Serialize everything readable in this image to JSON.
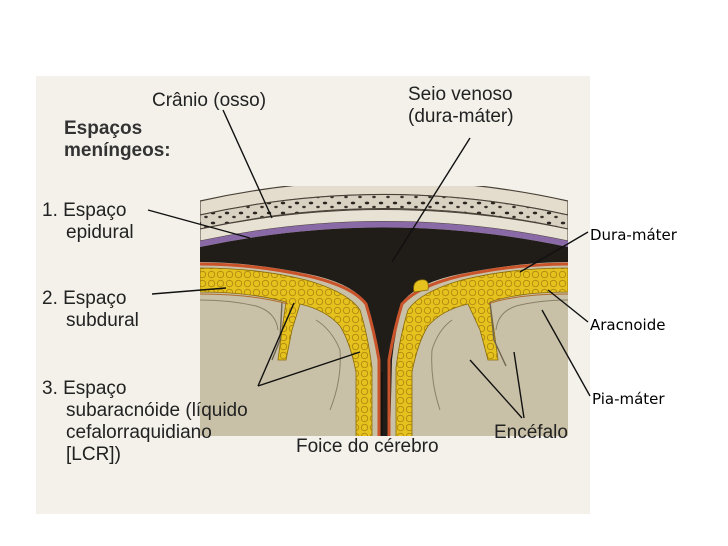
{
  "header": {
    "title_line1": "Espaços",
    "title_line2": "meníngeos:"
  },
  "spaces": [
    {
      "line1": "1. Espaço",
      "line2": "epidural"
    },
    {
      "line1": "2. Espaço",
      "line2": "subdural"
    },
    {
      "line1": "3. Espaço",
      "line2": "subaracnóide (líquido",
      "line3": "cefalorraquidiano",
      "line4": "[LCR])"
    }
  ],
  "labels": {
    "cranio": "Crânio (osso)",
    "seio_line1": "Seio venoso",
    "seio_line2": "(dura-máter)",
    "foice": "Foice do cérebro",
    "encefalo": "Encéfalo"
  },
  "side_labels": {
    "dura": "Dura-máter",
    "aracnoide": "Aracnoide",
    "pia": "Pia-máter"
  },
  "colors": {
    "sinus": "#201c17",
    "arachnoid": "#e6c31f",
    "brain": "#c9c1a7",
    "dura_purple": "#7a5c9c",
    "dura_red": "#c9542b"
  }
}
